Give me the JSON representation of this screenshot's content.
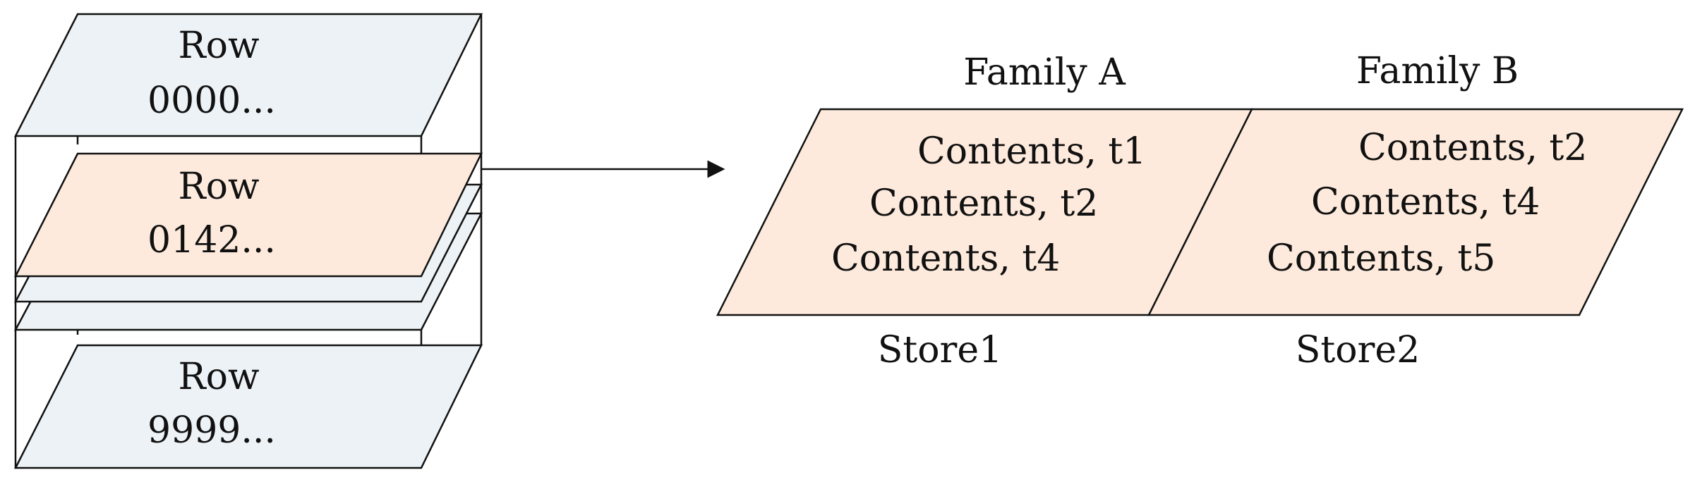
{
  "rows": [
    {
      "label": "Row",
      "id": "0000..."
    },
    {
      "label": "Row",
      "id": "0142..."
    },
    {
      "label": "Row",
      "id": "9999..."
    }
  ],
  "families": [
    {
      "name": "Family A",
      "store": "Store1",
      "contents": [
        "Contents, t1",
        "Contents, t2",
        "Contents, t4"
      ]
    },
    {
      "name": "Family B",
      "store": "Store2",
      "contents": [
        "Contents, t2",
        "Contents, t4",
        "Contents, t5"
      ]
    }
  ],
  "colors": {
    "row_plane_blue": "#edf2f6",
    "row_plane_peach": "#fdeadc",
    "family_fill": "#fdeadc",
    "stroke": "#111111"
  }
}
